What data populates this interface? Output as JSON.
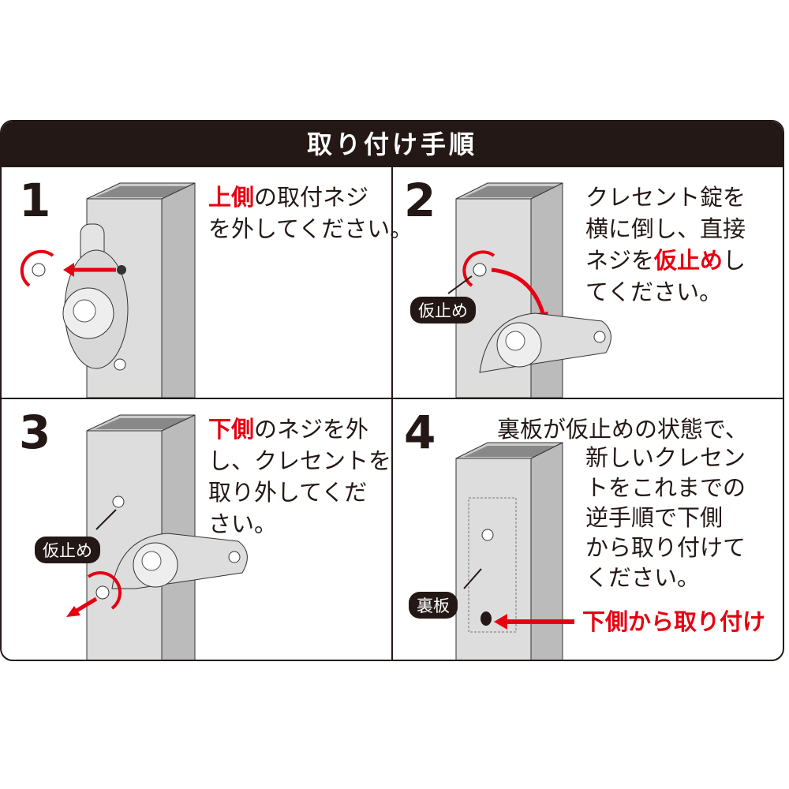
{
  "title": "取り付け手順",
  "colors": {
    "accent": "#e60012",
    "dark": "#231815"
  },
  "panels": [
    {
      "number": "1",
      "lines": [
        [
          {
            "t": "上側",
            "red": true
          },
          {
            "t": "の取付ネジ",
            "red": false
          }
        ],
        [
          {
            "t": "を外してください。",
            "red": false
          }
        ]
      ]
    },
    {
      "number": "2",
      "tag": "仮止め",
      "lines": [
        [
          {
            "t": "クレセント錠を",
            "red": false
          }
        ],
        [
          {
            "t": "横に倒し、直接",
            "red": false
          }
        ],
        [
          {
            "t": "ネジを",
            "red": false
          },
          {
            "t": "仮止め",
            "red": true
          },
          {
            "t": "し",
            "red": false
          }
        ],
        [
          {
            "t": "てください。",
            "red": false
          }
        ]
      ]
    },
    {
      "number": "3",
      "tag": "仮止め",
      "lines": [
        [
          {
            "t": "下側",
            "red": true
          },
          {
            "t": "のネジを外",
            "red": false
          }
        ],
        [
          {
            "t": "し、クレセントを",
            "red": false
          }
        ],
        [
          {
            "t": "取り外してくだ",
            "red": false
          }
        ],
        [
          {
            "t": "さい。",
            "red": false
          }
        ]
      ]
    },
    {
      "number": "4",
      "tag": "裏板",
      "lead": "裏板が仮止めの状態で、",
      "lines": [
        [
          {
            "t": "新しいクレセン",
            "red": false
          }
        ],
        [
          {
            "t": "トをこれまでの",
            "red": false
          }
        ],
        [
          {
            "t": "逆手順で下側",
            "red": false
          }
        ],
        [
          {
            "t": "から取り付けて",
            "red": false
          }
        ],
        [
          {
            "t": "ください。",
            "red": false
          }
        ]
      ],
      "callout": "下側から取り付け"
    }
  ]
}
